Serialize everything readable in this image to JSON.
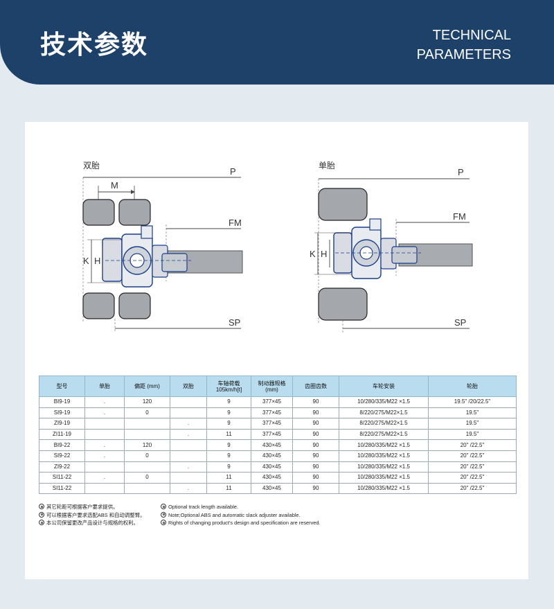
{
  "header": {
    "title_cn": "技术参数",
    "title_en_line1": "TECHNICAL",
    "title_en_line2": "PARAMETERS"
  },
  "diagrams": {
    "dual": {
      "title": "双胎",
      "p": "P",
      "m": "M",
      "fm": "FM",
      "sp": "SP",
      "k": "K",
      "h": "H"
    },
    "single": {
      "title": "单胎",
      "p": "P",
      "fm": "FM",
      "sp": "SP",
      "k": "K",
      "h": "H"
    }
  },
  "table": {
    "headers": [
      "型号",
      "单胎",
      "偏距 (mm)",
      "双胎",
      "车轴荷载",
      "105km/h[t]",
      "制动器规格",
      "(mm)",
      "齿圈齿数",
      "车轮安装",
      "轮胎"
    ],
    "rows": [
      [
        "BI9-19",
        ".",
        "120",
        "",
        "9",
        "377×45",
        "90",
        "10/280/335/M22 ×1.5",
        "19.5\" /20/22.5\""
      ],
      [
        "SI9-19",
        ".",
        "0",
        "",
        "9",
        "377×45",
        "90",
        "8/220/275/M22×1.5",
        "19.5\""
      ],
      [
        "ZI9-19",
        "",
        "",
        ".",
        "9",
        "377×45",
        "90",
        "8/220/275/M22×1.5",
        "19.5\""
      ],
      [
        "ZI11-19",
        "",
        "",
        ".",
        "11",
        "377×45",
        "90",
        "8/220/275/M22×1.5",
        "19.5\""
      ],
      [
        "BI9-22",
        ".",
        "120",
        "",
        "9",
        "430×45",
        "90",
        "10/280/335/M22 ×1.5",
        "20\" /22.5\""
      ],
      [
        "SI9-22",
        ".",
        "0",
        "",
        "9",
        "430×45",
        "90",
        "10/280/335/M22 ×1.5",
        "20\" /22.5\""
      ],
      [
        "ZI9-22",
        "",
        "",
        ".",
        "9",
        "430×45",
        "90",
        "10/280/335/M22 ×1.5",
        "20\" /22.5\""
      ],
      [
        "SI11-22",
        ".",
        "0",
        "",
        "11",
        "430×45",
        "90",
        "10/280/335/M22 ×1.5",
        "20\" /22.5\""
      ],
      [
        "SI11-22",
        "",
        "",
        ".",
        "11",
        "430×45",
        "90",
        "10/280/335/M22 ×1.5",
        "20\" /22.5\""
      ]
    ]
  },
  "notes": {
    "cn": [
      "其它轮距可根据客户要求提供。",
      "可以根据客户要求选配ABS 和自动调整臂。",
      "本公司保留更改产品设计与规格的权利。"
    ],
    "en": [
      "Optional track length available.",
      "Note;Optional ABS and automatic slack adjuster available.",
      "Rights of changing product's design and specification are reserved."
    ]
  },
  "colors": {
    "header_bg": "#1e416a",
    "page_bg": "#e3eaf0",
    "table_header_bg": "#b9dcef",
    "diagram_blue": "#1a3c8c"
  }
}
